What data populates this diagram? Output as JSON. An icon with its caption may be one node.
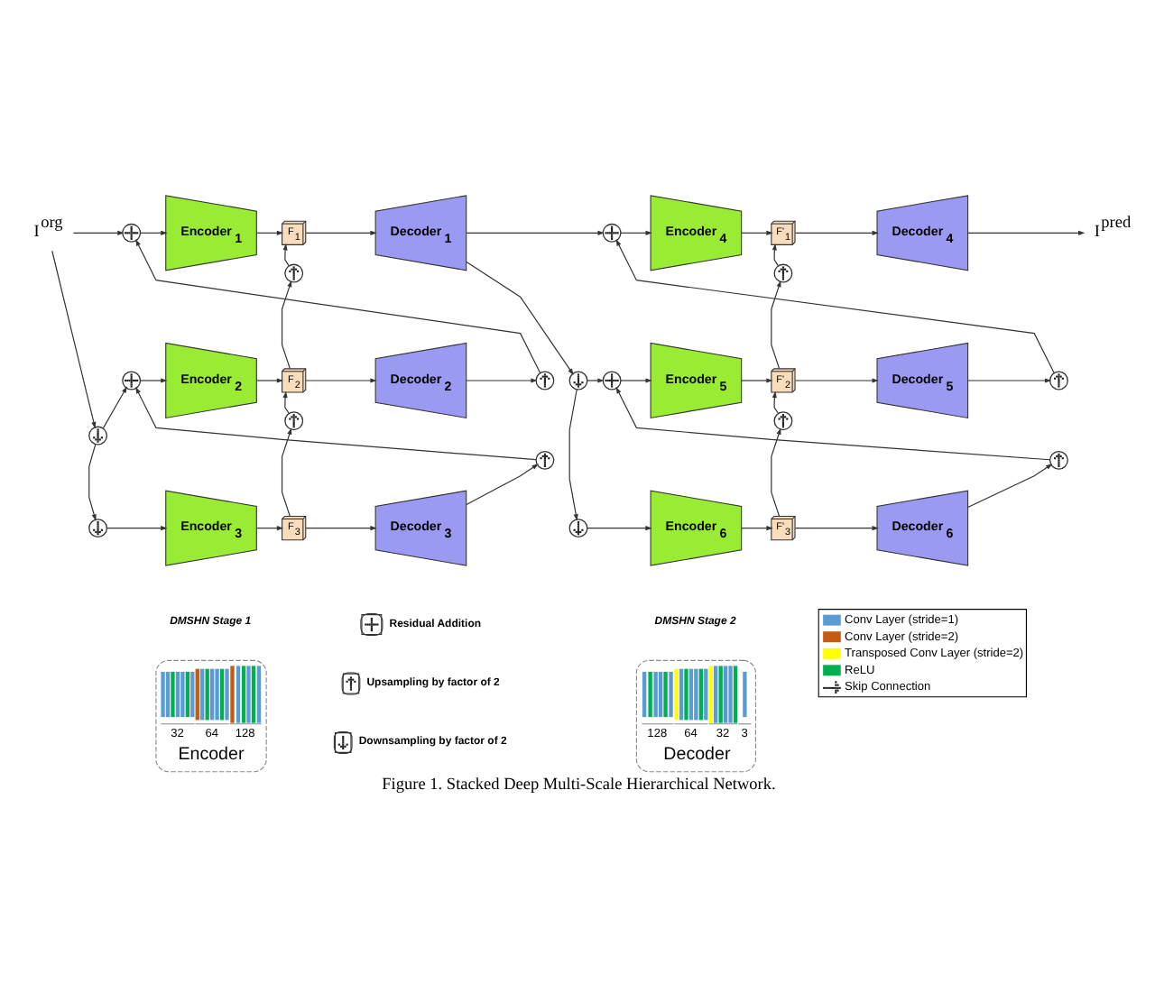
{
  "diagram": {
    "caption": "Figure 1. Stacked Deep Multi-Scale Hierarchical Network.",
    "nodes": [
      {
        "text": [
          "I$^{org}$"
        ]
      },
      {
        "text": [],
        "shape": "circle"
      },
      {
        "text": [
          "Encoder$_{1}$"
        ]
      },
      {
        "text": [
          "F$_{1}$"
        ]
      },
      {
        "text": [
          "Decoder$_{1}$"
        ]
      },
      {
        "text": [],
        "shape": "circle"
      },
      {
        "text": [],
        "shape": "circle"
      },
      {
        "text": [
          "Encoder$_{2}$"
        ]
      },
      {
        "text": [
          "F$_{2}$"
        ]
      },
      {
        "text": [
          "Decoder$_{2}$"
        ]
      },
      {
        "text": [],
        "shape": "circle"
      },
      {
        "text": [],
        "shape": "circle"
      },
      {
        "text": [],
        "shape": "circle"
      },
      {
        "text": [
          "Encoder$_{3}$"
        ]
      },
      {
        "text": [
          "F$_{3}$"
        ]
      },
      {
        "text": [
          "Decoder$_{3}$"
        ]
      },
      {
        "text": [],
        "shape": "circle"
      },
      {
        "text": [],
        "shape": "circle"
      },
      {
        "text": [],
        "shape": "circle"
      },
      {
        "text": [
          "Encoder$_{4}$"
        ]
      },
      {
        "text": [
          "F'$_{1}$"
        ]
      },
      {
        "text": [
          "Decoder$_{4}$"
        ]
      },
      {
        "text": [],
        "shape": "circle"
      },
      {
        "text": [],
        "shape": "circle"
      },
      {
        "text": [
          "Encoder$_{5}$"
        ]
      },
      {
        "text": [
          "F'$_{2}$"
        ]
      },
      {
        "text": [
          "Decoder$_{5}$"
        ]
      },
      {
        "text": [],
        "shape": "circle"
      },
      {
        "text": [],
        "shape": "circle"
      },
      {
        "text": [],
        "shape": "circle"
      },
      {
        "text": [
          "Encoder$_{6}$"
        ]
      },
      {
        "text": [
          "F'$_{3}$"
        ]
      },
      {
        "text": [
          "Decoder$_{6}$"
        ]
      },
      {
        "text": [],
        "shape": "circle"
      },
      {
        "text": [],
        "shape": "circle"
      },
      {
        "text": [
          "I$^{pred}$"
        ]
      },
      {
        "text": [
          "32",
          "64",
          "128",
          "Encoder"
        ]
      },
      {
        "text": [
          "128",
          "64",
          "32",
          "3",
          "Decoder"
        ]
      }
    ],
    "edges": [
      {
        "from": 0,
        "to": 1,
        "arrow": "to"
      },
      {
        "from": 0,
        "to": 5,
        "arrow": "to"
      },
      {
        "from": 1,
        "to": 2,
        "arrow": "to"
      },
      {
        "from": 2,
        "to": 3,
        "arrow": "to"
      },
      {
        "from": 3,
        "to": 4,
        "arrow": "to"
      },
      {
        "from": 5,
        "to": 6,
        "arrow": "to"
      },
      {
        "from": 5,
        "to": 12,
        "arrow": "to"
      },
      {
        "from": 6,
        "to": 7,
        "arrow": "to"
      },
      {
        "from": 7,
        "to": 8,
        "arrow": "to"
      },
      {
        "from": 8,
        "to": 9,
        "arrow": "to"
      },
      {
        "from": 9,
        "to": 10,
        "arrow": "to"
      },
      {
        "from": 10,
        "to": 1,
        "arrow": "to"
      },
      {
        "from": 8,
        "to": 11,
        "arrow": "to"
      },
      {
        "from": 11,
        "to": 3,
        "arrow": "to"
      },
      {
        "from": 12,
        "to": 13,
        "arrow": "to"
      },
      {
        "from": 13,
        "to": 14,
        "arrow": "to"
      },
      {
        "from": 14,
        "to": 15,
        "arrow": "to"
      },
      {
        "from": 15,
        "to": 16,
        "arrow": "to"
      },
      {
        "from": 16,
        "to": 6,
        "arrow": "to"
      },
      {
        "from": 14,
        "to": 17,
        "arrow": "to"
      },
      {
        "from": 17,
        "to": 8,
        "arrow": "to"
      },
      {
        "from": 4,
        "to": 18,
        "arrow": "to"
      },
      {
        "from": 4,
        "to": 22,
        "arrow": "to"
      },
      {
        "from": 18,
        "to": 19,
        "arrow": "to"
      },
      {
        "from": 19,
        "to": 20,
        "arrow": "to"
      },
      {
        "from": 20,
        "to": 21,
        "arrow": "to"
      },
      {
        "from": 22,
        "to": 23,
        "arrow": "to"
      },
      {
        "from": 22,
        "to": 29,
        "arrow": "to"
      },
      {
        "from": 23,
        "to": 24,
        "arrow": "to"
      },
      {
        "from": 24,
        "to": 25,
        "arrow": "to"
      },
      {
        "from": 25,
        "to": 26,
        "arrow": "to"
      },
      {
        "from": 26,
        "to": 27,
        "arrow": "to"
      },
      {
        "from": 27,
        "to": 18,
        "arrow": "to"
      },
      {
        "from": 25,
        "to": 28,
        "arrow": "to"
      },
      {
        "from": 28,
        "to": 20,
        "arrow": "to"
      },
      {
        "from": 29,
        "to": 30,
        "arrow": "to"
      },
      {
        "from": 30,
        "to": 31,
        "arrow": "to"
      },
      {
        "from": 31,
        "to": 32,
        "arrow": "to"
      },
      {
        "from": 32,
        "to": 33,
        "arrow": "to"
      },
      {
        "from": 33,
        "to": 23,
        "arrow": "to"
      },
      {
        "from": 31,
        "to": 34,
        "arrow": "to"
      },
      {
        "from": 34,
        "to": 25,
        "arrow": "to"
      },
      {
        "from": 21,
        "to": 35,
        "arrow": "to"
      }
    ],
    "labels": [
      "DMSHN Stage 1",
      "DMSHN Stage 2"
    ],
    "legend": [
      {
        "text": "Residual Addition"
      },
      {
        "text": "Upsampling by factor of 2"
      },
      {
        "text": "Downsampling by factor of 2"
      },
      {
        "text": "Conv Layer (stride=1)",
        "color": "#5b9bd5"
      },
      {
        "text": "Conv Layer (stride=2)",
        "color": "#c55a11"
      },
      {
        "text": "Transposed Conv Layer (stride=2)",
        "color": "#ffff00"
      },
      {
        "text": "ReLU",
        "color": "#00b050"
      },
      {
        "text": "Skip Connection"
      }
    ]
  }
}
